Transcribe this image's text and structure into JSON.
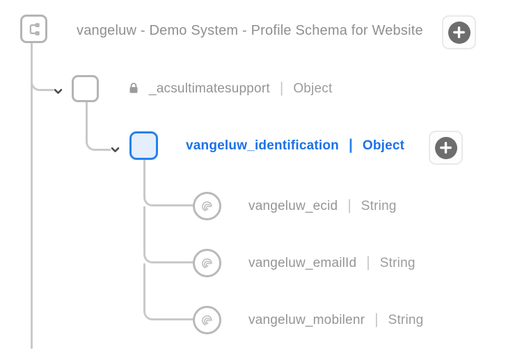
{
  "colors": {
    "accent_blue_text": "#1b72e8",
    "selected_border_blue": "#2680eb",
    "selected_fill_blue": "#e4eefc",
    "connector_gray": "#c9c9c9",
    "box_border_gray": "#b4b4b4",
    "text_gray": "#949494",
    "plus_circle_gray": "#6d6d6d"
  },
  "tree": {
    "separator": "|",
    "root": {
      "title": "vangeluw - Demo System - Profile Schema for Website",
      "icon": "schema-icon",
      "add_button_icon": "plus-icon"
    },
    "object_node": {
      "label": "_acsultimatesupport",
      "type": "Object",
      "icon": "lock-icon",
      "state": "expanded"
    },
    "selected_node": {
      "label": "vangeluw_identification",
      "type": "Object",
      "state": "expanded",
      "selected": true,
      "add_button_icon": "plus-icon"
    },
    "leaves": [
      {
        "label": "vangeluw_ecid",
        "type": "String",
        "icon": "fingerprint-icon"
      },
      {
        "label": "vangeluw_emailId",
        "type": "String",
        "icon": "fingerprint-icon"
      },
      {
        "label": "vangeluw_mobilenr",
        "type": "String",
        "icon": "fingerprint-icon"
      }
    ]
  }
}
